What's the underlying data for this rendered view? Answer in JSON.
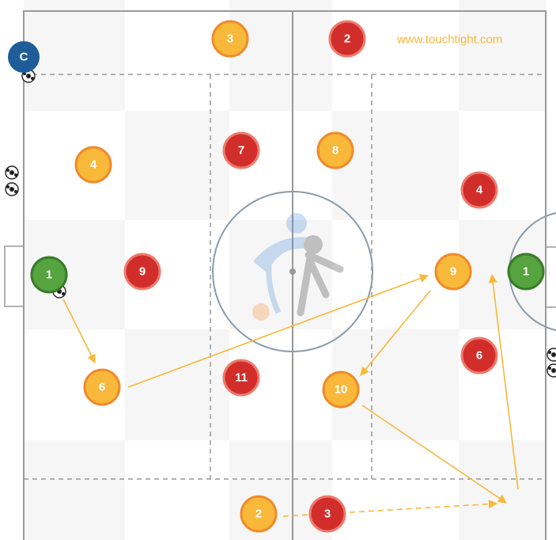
{
  "watermark": "www.touchtight.com",
  "colors": {
    "orange_fill": "#f8b83a",
    "orange_stroke": "#f08a2a",
    "red_fill": "#d12e2b",
    "red_stroke": "#ef7a6c",
    "green_fill": "#55a43f",
    "green_stroke": "#3a7a2a",
    "coach_fill": "#1f5d99",
    "arrow": "#f8b83a",
    "line": "#999999"
  },
  "coach": {
    "label": "C"
  },
  "players": [
    {
      "team": "orange",
      "number": "3"
    },
    {
      "team": "red",
      "number": "2"
    },
    {
      "team": "red",
      "number": "7"
    },
    {
      "team": "orange",
      "number": "8"
    },
    {
      "team": "orange",
      "number": "4"
    },
    {
      "team": "red",
      "number": "4"
    },
    {
      "team": "green",
      "number": "1"
    },
    {
      "team": "red",
      "number": "9"
    },
    {
      "team": "orange",
      "number": "9"
    },
    {
      "team": "green",
      "number": "1"
    },
    {
      "team": "red",
      "number": "6"
    },
    {
      "team": "orange",
      "number": "6"
    },
    {
      "team": "red",
      "number": "11"
    },
    {
      "team": "orange",
      "number": "10"
    },
    {
      "team": "orange",
      "number": "2"
    },
    {
      "team": "red",
      "number": "3"
    }
  ],
  "arrows": [
    {
      "from": "green-1-left",
      "to": "orange-6",
      "style": "solid"
    },
    {
      "from": "orange-6",
      "to": "orange-9",
      "style": "solid"
    },
    {
      "from": "orange-9",
      "to": "orange-10",
      "style": "solid"
    },
    {
      "from": "orange-10",
      "to": "run-target",
      "style": "solid"
    },
    {
      "from": "run-target",
      "to": "green-1-right",
      "style": "solid"
    },
    {
      "from": "orange-2",
      "to": "run-target",
      "style": "dashed"
    }
  ]
}
